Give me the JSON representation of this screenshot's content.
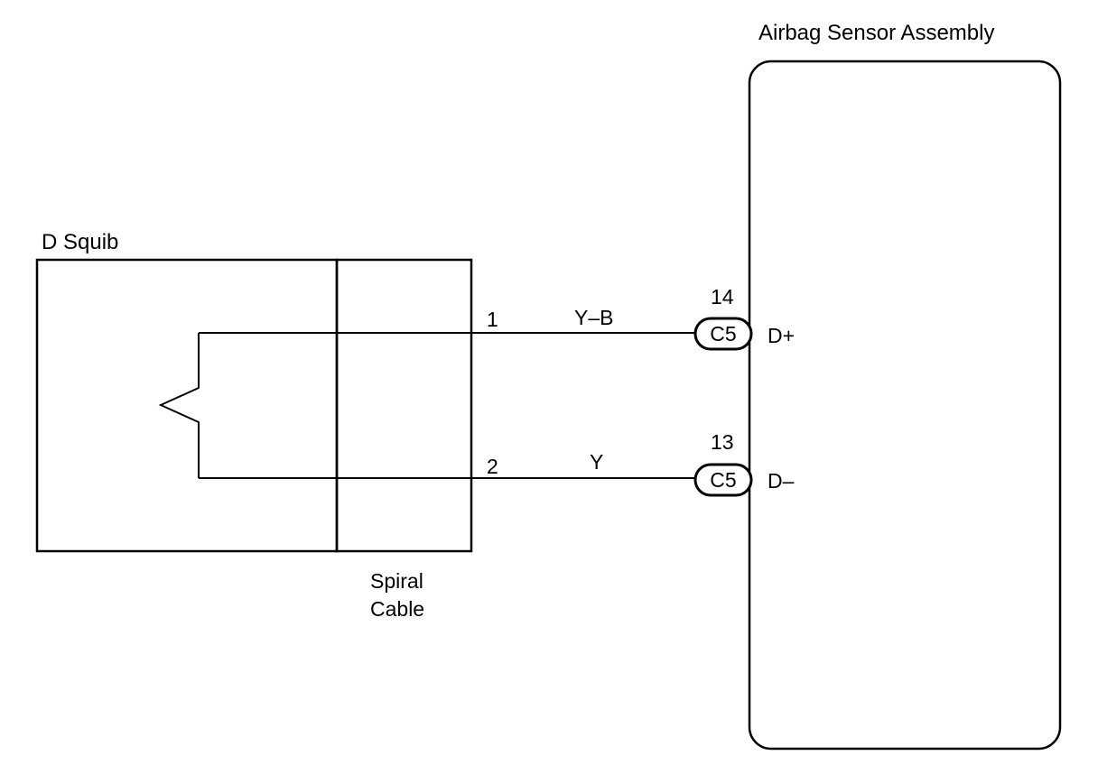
{
  "components": {
    "squib": {
      "label": "D Squib"
    },
    "spiral_cable": {
      "label_line1": "Spiral",
      "label_line2": "Cable"
    },
    "sensor_assembly": {
      "label": "Airbag Sensor Assembly"
    }
  },
  "wires": [
    {
      "spiral_pin": "1",
      "color_code": "Y–B",
      "connector_pin": "14",
      "connector": "C5",
      "terminal": "D+"
    },
    {
      "spiral_pin": "2",
      "color_code": "Y",
      "connector_pin": "13",
      "connector": "C5",
      "terminal": "D–"
    }
  ]
}
